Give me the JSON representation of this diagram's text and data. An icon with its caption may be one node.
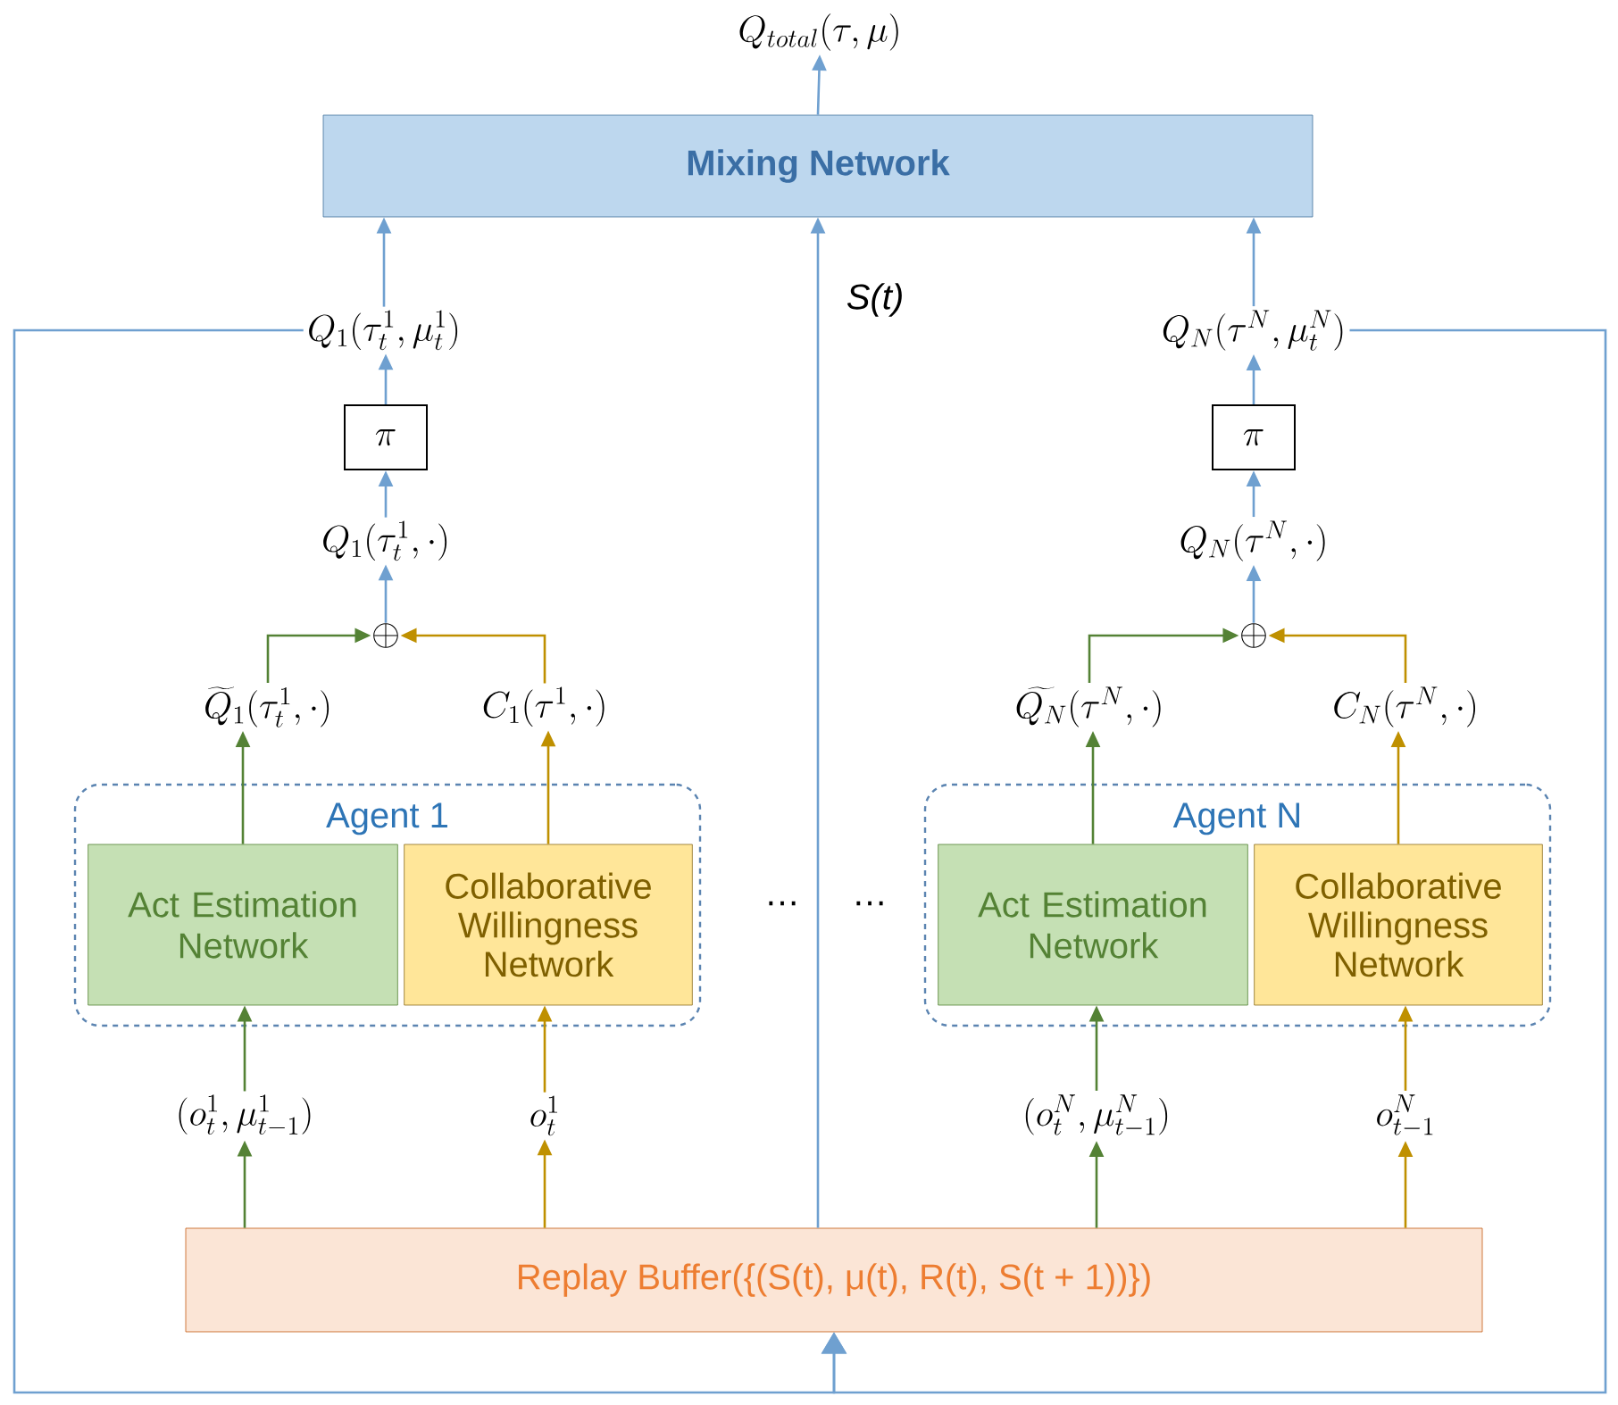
{
  "diagram": {
    "nodes": [
      {
        "text": [
          "Q_{total}(\\tau,\\mu)"
        ]
      },
      {
        "text": [
          "Mixing Network"
        ]
      },
      {
        "text": [
          "Q_1(\\tau_t^1,\\mu_t^1)"
        ]
      },
      {
        "text": [
          "Q_N(\\tau^N,\\mu_t^N)"
        ]
      },
      {
        "text": [
          "\\pi"
        ]
      },
      {
        "text": [
          "\\pi"
        ]
      },
      {
        "text": [
          "Q_1(\\tau_t^1,\\cdot)"
        ]
      },
      {
        "text": [
          "Q_N(\\tau^N,\\cdot)"
        ]
      },
      {
        "text": [
          "\\oplus"
        ]
      },
      {
        "text": [
          "\\oplus"
        ]
      },
      {
        "text": [
          "\\widetilde{Q}_1(\\tau_t^1,\\cdot)"
        ]
      },
      {
        "text": [
          "C_1(\\tau^1,\\cdot)"
        ]
      },
      {
        "text": [
          "\\widetilde{Q_N}(\\tau^N,\\cdot)"
        ]
      },
      {
        "text": [
          "C_N(\\tau^N,\\cdot)"
        ]
      },
      {
        "text": [
          "Agent 1"
        ]
      },
      {
        "text": [
          "Act Estimation Network"
        ],
        "in": 14
      },
      {
        "text": [
          "Collaborative Willingness Network"
        ],
        "in": 14
      },
      {
        "text": [
          "Agent N"
        ]
      },
      {
        "text": [
          "Act Estimation Network"
        ],
        "in": 17
      },
      {
        "text": [
          "Collaborative Willingness Network"
        ],
        "in": 17
      },
      {
        "text": [
          "(o_t^1,\\mu_{t-1}^1)"
        ]
      },
      {
        "text": [
          "o_t^1"
        ]
      },
      {
        "text": [
          "(o_t^N,\\mu_{t-1}^N)"
        ]
      },
      {
        "text": [
          "o_{t-1}^N"
        ]
      },
      {
        "text": [
          "Replay Buffer({(S(t), μ(t), R(t), S(t + 1))})"
        ]
      }
    ],
    "edges": [
      {
        "from": 1,
        "to": 0,
        "arrow": "to"
      },
      {
        "from": 2,
        "to": 1,
        "arrow": "to"
      },
      {
        "from": 3,
        "to": 1,
        "arrow": "to"
      },
      {
        "from": 24,
        "to": 1,
        "arrow": "to",
        "label": "S(t)"
      },
      {
        "from": 4,
        "to": 2,
        "arrow": "to"
      },
      {
        "from": 5,
        "to": 3,
        "arrow": "to"
      },
      {
        "from": 6,
        "to": 4,
        "arrow": "to"
      },
      {
        "from": 7,
        "to": 5,
        "arrow": "to"
      },
      {
        "from": 8,
        "to": 6,
        "arrow": "to"
      },
      {
        "from": 9,
        "to": 7,
        "arrow": "to"
      },
      {
        "from": 10,
        "to": 8,
        "arrow": "to",
        "color": "#548235"
      },
      {
        "from": 11,
        "to": 8,
        "arrow": "to",
        "color": "#bf9000"
      },
      {
        "from": 12,
        "to": 9,
        "arrow": "to",
        "color": "#548235"
      },
      {
        "from": 13,
        "to": 9,
        "arrow": "to",
        "color": "#bf9000"
      },
      {
        "from": 15,
        "to": 10,
        "arrow": "to",
        "color": "#548235"
      },
      {
        "from": 16,
        "to": 11,
        "arrow": "to",
        "color": "#bf9000"
      },
      {
        "from": 18,
        "to": 12,
        "arrow": "to",
        "color": "#548235"
      },
      {
        "from": 19,
        "to": 13,
        "arrow": "to",
        "color": "#bf9000"
      },
      {
        "from": 20,
        "to": 15,
        "arrow": "to",
        "color": "#548235"
      },
      {
        "from": 21,
        "to": 16,
        "arrow": "to",
        "color": "#bf9000"
      },
      {
        "from": 22,
        "to": 18,
        "arrow": "to",
        "color": "#548235"
      },
      {
        "from": 23,
        "to": 19,
        "arrow": "to",
        "color": "#bf9000"
      },
      {
        "from": 24,
        "to": 20,
        "arrow": "to",
        "color": "#548235"
      },
      {
        "from": 24,
        "to": 21,
        "arrow": "to",
        "color": "#bf9000"
      },
      {
        "from": 24,
        "to": 22,
        "arrow": "to",
        "color": "#548235"
      },
      {
        "from": 24,
        "to": 23,
        "arrow": "to",
        "color": "#bf9000"
      },
      {
        "from": 2,
        "to": 24,
        "arrow": "to"
      },
      {
        "from": 3,
        "to": 24,
        "arrow": "to"
      }
    ],
    "labels": [
      "…",
      "…"
    ]
  }
}
